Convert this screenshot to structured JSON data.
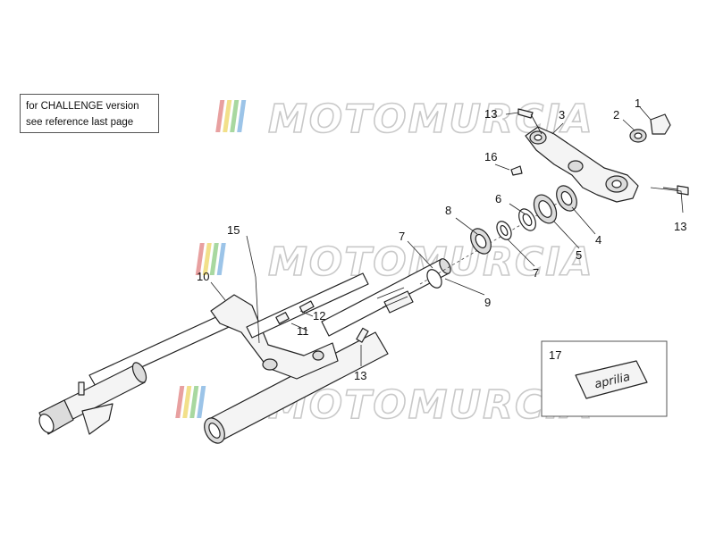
{
  "note": {
    "line1": "for CHALLENGE version",
    "line2": "see reference last page"
  },
  "watermark": {
    "text": "MOTOMURCIA",
    "stripe_colors": [
      "#e8a0a0",
      "#f2e08a",
      "#a8d8a0",
      "#9cc4e8"
    ]
  },
  "callouts": {
    "c1": "1",
    "c2": "2",
    "c3": "3",
    "c4": "4",
    "c5": "5",
    "c6": "6",
    "c7a": "7",
    "c7b": "7",
    "c8": "8",
    "c9": "9",
    "c10": "10",
    "c11": "11",
    "c12": "12",
    "c13a": "13",
    "c13b": "13",
    "c13c": "13",
    "c15": "15",
    "c16": "16",
    "c17": "17"
  },
  "badge": {
    "number": "17",
    "logo_text": "aprilia"
  }
}
